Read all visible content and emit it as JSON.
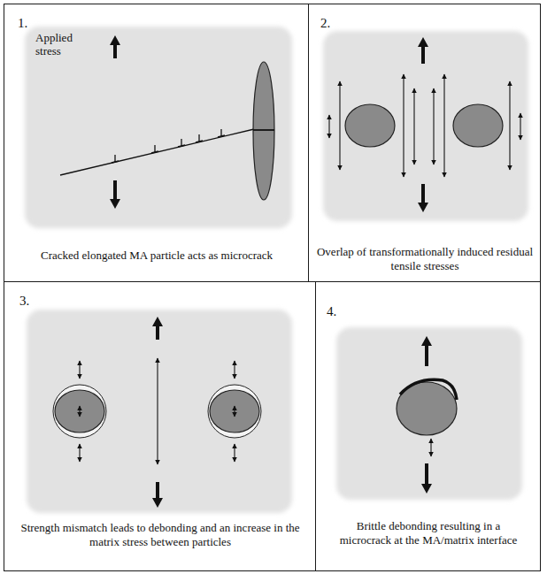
{
  "diagram": {
    "nodes": [
      {
        "text": [
          "1.",
          "Cracked elongated MA particle acts as microcrack"
        ]
      },
      {
        "text": [
          "2.",
          "Overlap of transformationally induced residual tensile stresses"
        ]
      },
      {
        "text": [
          "3.",
          "Strength mismatch leads to debonding and an increase in the matrix stress between particles"
        ]
      },
      {
        "text": [
          "4.",
          "Brittle debonding resulting in a microcrack at the MA/matrix interface"
        ]
      }
    ],
    "labels": [
      "Applied stress"
    ]
  }
}
